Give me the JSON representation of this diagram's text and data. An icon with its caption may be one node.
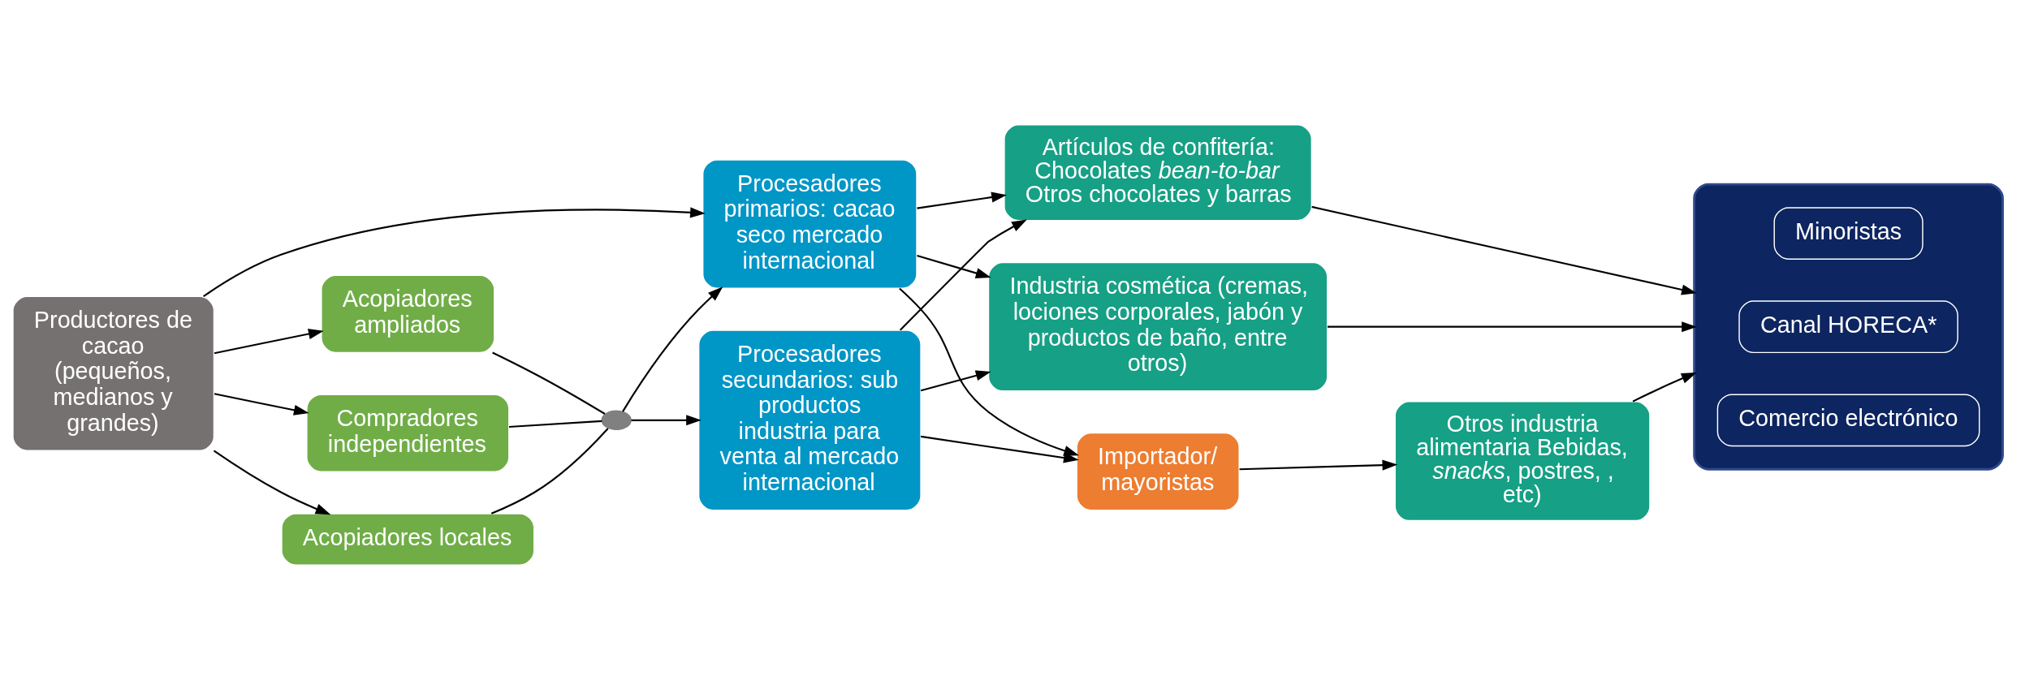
{
  "diagram": {
    "nodes": [
      {
        "text": [
          "Productores de cacao (pequeños, medianos y grandes)"
        ]
      },
      {
        "text": [
          "Acopiadores ampliados"
        ]
      },
      {
        "text": [
          "Compradores independientes"
        ]
      },
      {
        "text": [
          "Acopiadores locales"
        ]
      },
      {
        "text": [],
        "shape": "circle"
      },
      {
        "text": [
          "Procesadores primarios: cacao seco mercado internacional"
        ]
      },
      {
        "text": [
          "Procesadores secundarios: sub productos industria para venta al mercado internacional"
        ]
      },
      {
        "text": [
          "Importador/ mayoristas"
        ]
      },
      {
        "text": [
          "Artículos de confitería: Chocolates *bean-to-bar* Otros chocolates y barras"
        ]
      },
      {
        "text": [
          "Otros industria alimentaria Bebidas, *snacks*, postres, , etc)"
        ]
      },
      {
        "text": [
          "Industria cosmética (cremas, lociones corporales, jabón y productos de baño, entre otros)"
        ]
      },
      {
        "text": [],
        "shape": "box"
      },
      {
        "text": [
          "Minoristas"
        ],
        "in": 11
      },
      {
        "text": [
          "Canal HORECA*"
        ],
        "in": 11
      },
      {
        "text": [
          "Comercio electrónico"
        ],
        "in": 11
      }
    ],
    "edges": [
      {
        "from": 0,
        "to": 5,
        "arrow": "to"
      },
      {
        "from": 0,
        "to": 1,
        "arrow": "to"
      },
      {
        "from": 0,
        "to": 2,
        "arrow": "to"
      },
      {
        "from": 0,
        "to": 3,
        "arrow": "to"
      },
      {
        "from": 1,
        "to": 4,
        "arrow": "none"
      },
      {
        "from": 2,
        "to": 4,
        "arrow": "none"
      },
      {
        "from": 3,
        "to": 4,
        "arrow": "none"
      },
      {
        "from": 4,
        "to": 5,
        "arrow": "to"
      },
      {
        "from": 4,
        "to": 6,
        "arrow": "to"
      },
      {
        "from": 5,
        "to": 8,
        "arrow": "to"
      },
      {
        "from": 5,
        "to": 10,
        "arrow": "to"
      },
      {
        "from": 5,
        "to": 7,
        "arrow": "to"
      },
      {
        "from": 6,
        "to": 8,
        "arrow": "to"
      },
      {
        "from": 6,
        "to": 10,
        "arrow": "to"
      },
      {
        "from": 6,
        "to": 7,
        "arrow": "to"
      },
      {
        "from": 7,
        "to": 9,
        "arrow": "to"
      },
      {
        "from": 8,
        "to": 11,
        "arrow": "to"
      },
      {
        "from": 9,
        "to": 11,
        "arrow": "to"
      },
      {
        "from": 10,
        "to": 11,
        "arrow": "to"
      }
    ]
  }
}
